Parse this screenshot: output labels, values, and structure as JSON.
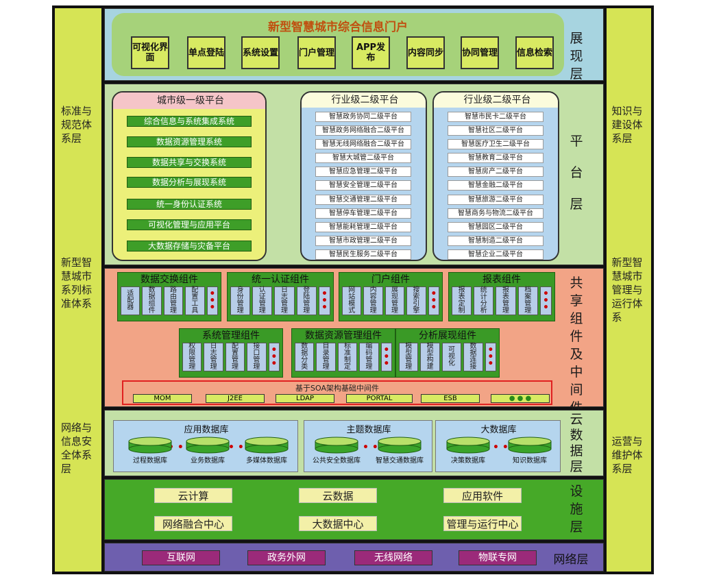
{
  "left_column": [
    "标准与规范体系层",
    "新型智慧城市系列标准体系",
    "网络与信息安全体系层"
  ],
  "right_column": [
    "知识与建设体系层",
    "新型智慧城市管理与运行体系",
    "运营与维护体系层"
  ],
  "presentation": {
    "portal_title": "新型智慧城市综合信息门户",
    "layer_name": "展现层",
    "buttons": [
      "可视化界面",
      "单点登陆",
      "系统设置",
      "门户管理",
      "APP发布",
      "内容同步",
      "协同管理",
      "信息检索"
    ]
  },
  "platform": {
    "layer_name": "平台层",
    "city": {
      "title": "城市级一级平台",
      "items": [
        "综合信息与系统集成系统",
        "数据资源管理系统",
        "数据共享与交换系统",
        "数据分析与展现系统",
        "统一身份认证系统",
        "可视化管理与应用平台",
        "大数据存储与灾备平台"
      ]
    },
    "industry_a": {
      "title": "行业级二级平台",
      "items": [
        "智慧政务协同二级平台",
        "智慧政务网络融合二级平台",
        "智慧无线网络融合二级平台",
        "智慧大城管二级平台",
        "智慧应急管理二级平台",
        "智慧安全管理二级平台",
        "智慧交通管理二级平台",
        "智慧停车管理二级平台",
        "智慧能耗管理二级平台",
        "智慧市政管理二级平台",
        "智慧民生服务二级平台"
      ]
    },
    "industry_b": {
      "title": "行业级二级平台",
      "items": [
        "智慧市民卡二级平台",
        "智慧社区二级平台",
        "智慧医疗卫生二级平台",
        "智慧教育二级平台",
        "智慧房产二级平台",
        "智慧金融二级平台",
        "智慧旅游二级平台",
        "智慧商务与物流二级平台",
        "智慧园区二级平台",
        "智慧制造二级平台",
        "智慧企业二级平台"
      ]
    }
  },
  "components": {
    "layer_name": "共享组件及中间件层",
    "row1": [
      {
        "title": "数据交换组件",
        "cells": [
          "适配器",
          "数据组件",
          "路由管理",
          "配置工具",
          "•••"
        ]
      },
      {
        "title": "统一认证组件",
        "cells": [
          "身份管理",
          "认证管理",
          "日志管理",
          "登陆管理",
          "•••"
        ]
      },
      {
        "title": "门户组件",
        "cells": [
          "网站模式",
          "内容管理",
          "展现管理",
          "搜索引擎",
          "•••"
        ]
      },
      {
        "title": "报表组件",
        "cells": [
          "报表定制",
          "统计分析",
          "报表管理",
          "档案管理",
          "•••"
        ]
      }
    ],
    "row2": [
      {
        "title": "系统管理组件",
        "cells": [
          "权限管理",
          "日志管理",
          "配置管理",
          "接口管理",
          "•••"
        ]
      },
      {
        "title": "数据资源管理组件",
        "cells": [
          "数据分类",
          "目录管理",
          "标准制定",
          "编码管理",
          "•••"
        ]
      },
      {
        "title": "分析展现组件",
        "cells": [
          "模型管理",
          "模型构建",
          "可视化",
          "数据连接",
          "•••"
        ]
      }
    ],
    "soa_title": "基于SOA架构基础中间件",
    "soa_items": [
      "MOM",
      "J2EE",
      "LDAP",
      "PORTAL",
      "ESB",
      "● ● ●"
    ]
  },
  "cloud": {
    "layer_name": "云数据层",
    "groups": [
      {
        "title": "应用数据库",
        "dbs": [
          "过程数据库",
          "业务数据库",
          "多媒体数据库"
        ]
      },
      {
        "title": "主题数据库",
        "dbs": [
          "公共安全数据库",
          "智慧交通数据库"
        ]
      },
      {
        "title": "大数据库",
        "dbs": [
          "决策数据库",
          "知识数据库"
        ]
      }
    ],
    "dots": "• • •"
  },
  "infrastructure": {
    "layer_name": "设施层",
    "items": [
      "云计算",
      "云数据",
      "应用软件",
      "网络融合中心",
      "大数据中心",
      "管理与运行中心"
    ]
  },
  "network": {
    "layer_name": "网络层",
    "items": [
      "互联网",
      "政务外网",
      "无线网络",
      "物联专网"
    ]
  },
  "colors": {
    "green": "#3e9e28",
    "lime": "#d8ea62",
    "presentation_bg": "#a7d4e0",
    "component_bg": "#f2a486",
    "cloud_bg": "#c3e0a6",
    "infra_bg": "#46a928",
    "network_bg": "#6e5fae"
  }
}
